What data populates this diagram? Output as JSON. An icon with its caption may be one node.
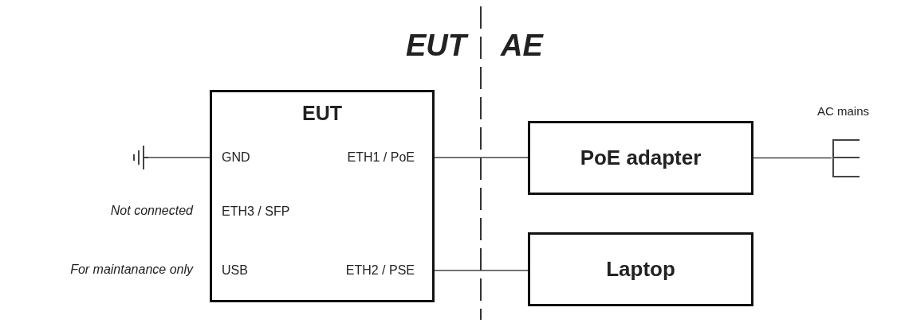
{
  "diagram": {
    "nodes": [
      {
        "text": [
          "EUT"
        ]
      },
      {
        "text": [
          "GND"
        ],
        "in": 0
      },
      {
        "text": [
          "ETH1 / PoE"
        ],
        "in": 0
      },
      {
        "text": [
          "ETH3 / SFP"
        ],
        "in": 0,
        "beside": [
          "Not connected"
        ]
      },
      {
        "text": [
          "USB"
        ],
        "in": 0,
        "beside": [
          "For maintanance only"
        ]
      },
      {
        "text": [
          "ETH2 / PSE"
        ],
        "in": 0
      },
      {
        "text": [
          "PoE adapter"
        ]
      },
      {
        "text": [
          "Laptop"
        ]
      },
      {
        "text": [],
        "shape": "ground"
      },
      {
        "text": [],
        "shape": "plug",
        "beside": [
          "AC mains"
        ]
      }
    ],
    "edges": [
      {
        "from": 8,
        "to": 1,
        "arrow": "none"
      },
      {
        "from": 2,
        "to": 6,
        "arrow": "none"
      },
      {
        "from": 5,
        "to": 7,
        "arrow": "none"
      },
      {
        "from": 6,
        "to": 9,
        "arrow": "none"
      }
    ],
    "labels": [
      "EUT",
      "AE"
    ]
  }
}
